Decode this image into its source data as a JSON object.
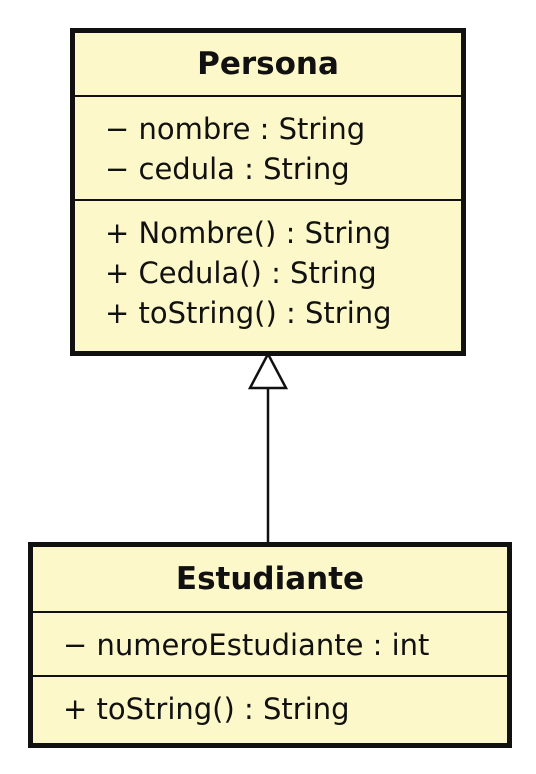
{
  "classes": {
    "persona": {
      "name": "Persona",
      "attributes": [
        "− nombre : String",
        "− cedula : String"
      ],
      "operations": [
        "+ Nombre() : String",
        "+ Cedula() : String",
        "+ toString() : String"
      ]
    },
    "estudiante": {
      "name": "Estudiante",
      "attributes": [
        "− numeroEstudiante : int"
      ],
      "operations": [
        "+ toString() : String"
      ]
    }
  },
  "relations": [
    {
      "type": "generalization",
      "from": "Estudiante",
      "to": "Persona"
    }
  ],
  "colors": {
    "class_fill": "#fdf8c9",
    "border": "#111111"
  }
}
